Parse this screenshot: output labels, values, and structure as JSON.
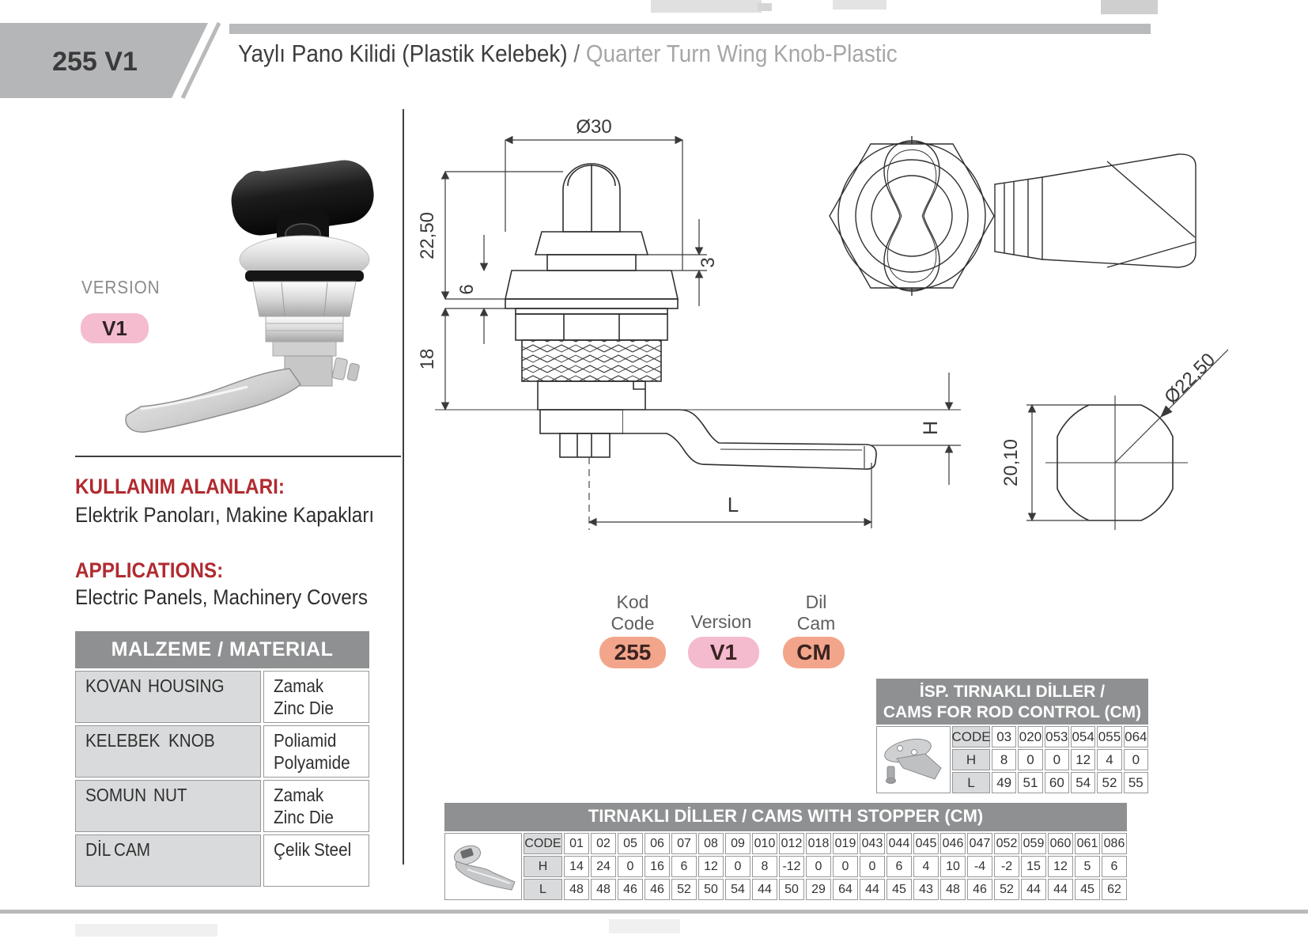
{
  "header": {
    "product_code": "255 V1",
    "title_tr": "Yaylı Pano Kilidi (Plastik Kelebek)",
    "title_separator": " / ",
    "title_en": "Quarter Turn Wing Knob-Plastic"
  },
  "version_block": {
    "label": "VERSION",
    "value": "V1"
  },
  "usage": {
    "heading_tr": "KULLANIM ALANLARI:",
    "text_tr": "Elektrik Panoları, Makine Kapakları",
    "heading_en": "APPLICATIONS:",
    "text_en": "Electric Panels, Machinery Covers"
  },
  "material_table": {
    "header": "MALZEME / MATERIAL",
    "rows": [
      {
        "name_tr": "KOVAN",
        "name_en": "HOUSING",
        "mat_tr": "Zamak",
        "mat_en": "Zinc Die"
      },
      {
        "name_tr": "KELEBEK",
        "name_en": "KNOB",
        "mat_tr": "Poliamid",
        "mat_en": "Polyamide"
      },
      {
        "name_tr": "SOMUN",
        "name_en": "NUT",
        "mat_tr": "Zamak",
        "mat_en": "Zinc Die"
      },
      {
        "name_tr": "DİL",
        "name_en": "CAM",
        "mat_tr": "Çelik",
        "mat_en": "Steel"
      }
    ]
  },
  "drawing_dimensions": {
    "knob_diameter": "Ø30",
    "knob_height": "22,50",
    "head_height": "6",
    "collar_height": "3",
    "thread_length": "18",
    "cam_offset": "H",
    "cam_length": "L",
    "cutout_diameter": "Ø22,50",
    "cutout_width": "20,10"
  },
  "order_info": {
    "code_label_tr": "Kod",
    "code_label_en": "Code",
    "code_value": "255",
    "version_label": "Version",
    "version_value": "V1",
    "cam_label_tr": "Dil",
    "cam_label_en": "Cam",
    "cam_value": "CM"
  },
  "rod_control_table": {
    "title_line1": "İSP. TIRNAKLI DİLLER /",
    "title_line2": "CAMS FOR ROD CONTROL (CM)",
    "code_label": "CODE",
    "h_label": "H",
    "l_label": "L",
    "codes": [
      "03",
      "020",
      "053",
      "054",
      "055",
      "064"
    ],
    "h_values": [
      "8",
      "0",
      "0",
      "12",
      "4",
      "0"
    ],
    "l_values": [
      "49",
      "51",
      "60",
      "54",
      "52",
      "55"
    ]
  },
  "stopper_table": {
    "title": "TIRNAKLI DİLLER / CAMS WITH STOPPER (CM)",
    "code_label": "CODE",
    "h_label": "H",
    "l_label": "L",
    "codes": [
      "01",
      "02",
      "05",
      "06",
      "07",
      "08",
      "09",
      "010",
      "012",
      "018",
      "019",
      "043",
      "044",
      "045",
      "046",
      "047",
      "052",
      "059",
      "060",
      "061",
      "086"
    ],
    "h_values": [
      "14",
      "24",
      "0",
      "16",
      "6",
      "12",
      "0",
      "8",
      "-12",
      "0",
      "0",
      "0",
      "6",
      "4",
      "10",
      "-4",
      "-2",
      "15",
      "12",
      "5",
      "6"
    ],
    "l_values": [
      "48",
      "48",
      "46",
      "46",
      "52",
      "50",
      "54",
      "44",
      "50",
      "29",
      "64",
      "44",
      "45",
      "43",
      "48",
      "46",
      "52",
      "44",
      "44",
      "45",
      "62"
    ]
  },
  "colors": {
    "accent_red": "#b12b30",
    "salmon_badge": "#f2a58a",
    "pink_badge": "#f4bace",
    "table_header_gray": "#8f9092",
    "cell_gray": "#d9dadb",
    "strip_gray": "#b9babc",
    "line_dark": "#3f3f3f"
  }
}
